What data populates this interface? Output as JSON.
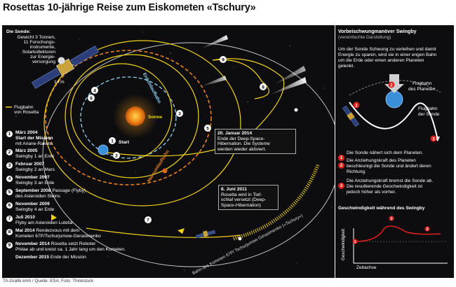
{
  "title": "Rosettas 10-jährige Reise zum Eiskometen «Tschury»",
  "credit": "TA-Grafik kmh / Quelle: ESA; Foto: Thinkstock",
  "probe": {
    "heading": "Die Sonde:",
    "lines": [
      "Gewicht 3 Tonnen,",
      "11 Forschungs-",
      "instrumente,",
      "Solarkollektoren",
      "zur Energie-",
      "versorgung"
    ],
    "size": "14 m"
  },
  "flight_path_legend": [
    "Flugbahn",
    "von Rosetta"
  ],
  "labels": {
    "sun": "Sonne",
    "start": "Start",
    "earth_orbit": "Erdumlaufbahn",
    "mars_orbit": "Marsumlaufbahn",
    "comet_orbit": "Bahn des Kometen 67P/ Tschurjumow Gerasimenko («Tschury»)"
  },
  "info_boxes": {
    "jan2014": {
      "head": "20. Januar 2014",
      "body": [
        "Ende der Deep-Space-",
        "Hibernation. Die Systeme",
        "werden wieder aktiviert."
      ]
    },
    "jun2011": {
      "head": "8. Juni 2011",
      "body": [
        "Rosetta wird in Tief-",
        "schlaf versetzt  (Deep-",
        "Space-Hibernation)"
      ]
    }
  },
  "timeline": [
    {
      "num": "1",
      "date": "März 2004",
      "text": [
        "Start der Mission",
        "mit Ariane-Rakete"
      ]
    },
    {
      "num": "2",
      "date": "März 2005",
      "text": [
        "Swingby 1 an Erde"
      ]
    },
    {
      "num": "3",
      "date": "Februar 2007",
      "text": [
        "Swingby 2 an Mars"
      ]
    },
    {
      "num": "4",
      "date": "November 2007",
      "text": [
        "Swingby 3 an Erde"
      ]
    },
    {
      "num": "5",
      "date": "September 2008",
      "text": [
        "Passage (Flyby) des Asteroiden Steins"
      ]
    },
    {
      "num": "6",
      "date": "November 2009",
      "text": [
        "Swingby 4 an Erde"
      ]
    },
    {
      "num": "7",
      "date": "Juli 2010",
      "text": [
        "Flyby am Asteroiden Lutetia"
      ]
    },
    {
      "num": "8",
      "date": "Mai 2014",
      "text": [
        "Rendezvous mit dem",
        "Kometen 67P/Tschurjumow-Gerasimenko"
      ]
    },
    {
      "num": "9",
      "date": "November 2014",
      "text": [
        "Rosetta setzt Roboter",
        "Philae ab und kreist ca. 1 Jahr lang um den Kometen."
      ]
    },
    {
      "num": "",
      "date": "Dezember 2015",
      "text": [
        "Ende der Mission"
      ]
    }
  ],
  "swingby": {
    "heading": "Vorbeischwungmanöver Swingby",
    "subheading": "(vereinfachte Darstellung)",
    "intro": [
      "Um der Sonde Schwung zu verleihen und damit",
      "Energie zu sparen, wird sie in einer engen Bahn",
      "um die Erde oder einen anderen Planeten",
      "gelenkt."
    ],
    "planet_path": [
      "Flugbahn",
      "des Planeten"
    ],
    "probe_path": [
      "Flugbahn",
      "der Sonde"
    ],
    "steps": [
      {
        "num": "1",
        "text": [
          "Die Sonde nähert sich dem Planeten."
        ]
      },
      {
        "num": "2",
        "text": [
          "Die Anziehungskraft des Planeten",
          "beschleunigt die Sonde und ändert deren",
          "Richtung."
        ]
      },
      {
        "num": "3",
        "text": [
          "Die Anziehungskraft bremst die Sonde ab.",
          "Die resultierende Geschwindigkeit ist",
          "jedoch höher als vorher."
        ]
      }
    ]
  },
  "speed_chart": {
    "title": "Geschwindigkeit während des Swingby",
    "ylabel": "Geschwindigkeit",
    "xlabel": "Zeitachse",
    "markers": [
      "1",
      "2",
      "3"
    ],
    "accent": "#e0201c"
  },
  "colors": {
    "orbit_yellow": "#f2d21a",
    "mars_orange": "#e8821e",
    "earth_blue": "#8fd2f2",
    "red": "#e0201c"
  }
}
